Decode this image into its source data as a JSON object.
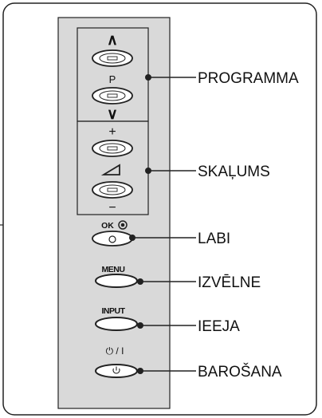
{
  "panel": {
    "up_arrow": "∧",
    "program_letter": "P",
    "down_arrow": "∨",
    "plus_sign": "+",
    "minus_sign": "−",
    "ok_label": "OK",
    "menu_label": "MENU",
    "input_label": "INPUT",
    "power_label": "⏻ / I"
  },
  "callouts": {
    "programma": "PROGRAMMA",
    "skalums": "SKAĻUMS",
    "labi": "LABI",
    "izvelne": "IZVĒLNE",
    "ieeja": "IEEJA",
    "barosana": "BAROŠANA"
  }
}
